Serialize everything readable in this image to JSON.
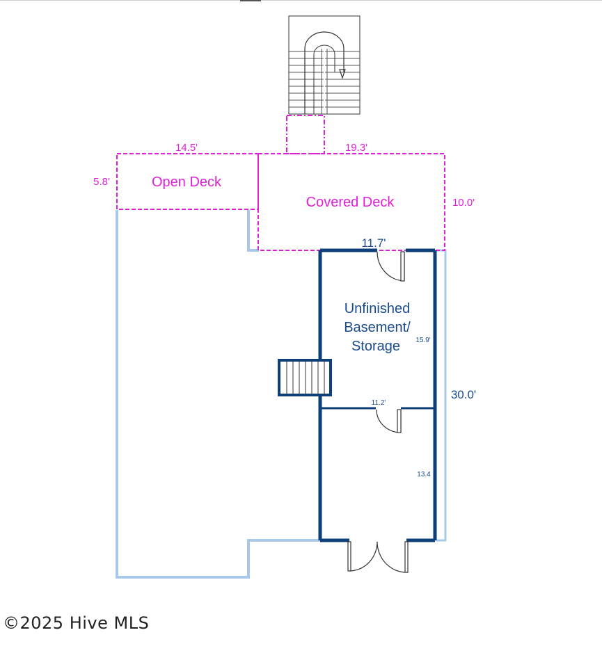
{
  "colors": {
    "deck": "#e020d8",
    "wall": "#0d3f7a",
    "outline": "#a9c9ea",
    "text_blue": "#1a4a8c"
  },
  "decks": {
    "open": {
      "label": "Open Deck",
      "width": "14.5'",
      "depth": "5.8'"
    },
    "covered": {
      "label": "Covered Deck",
      "width": "19.3'",
      "depth": "10.0'"
    }
  },
  "rooms": {
    "basement": {
      "line1": "Unfinished",
      "line2": "Basement/",
      "line3": "Storage",
      "width": "11.7'",
      "depth": "15.9'"
    },
    "lower": {
      "width": "11.2'",
      "depth": "13.4"
    }
  },
  "overall": {
    "depth": "30.0'"
  },
  "footer": {
    "copyright": "©2025 Hive MLS"
  }
}
